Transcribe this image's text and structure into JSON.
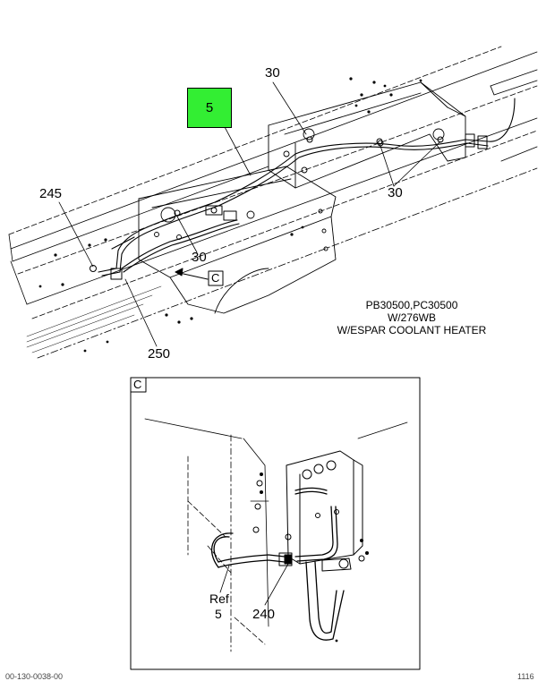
{
  "callouts": {
    "c30_top": "30",
    "c5_highlight": "5",
    "c245": "245",
    "c30_right": "30",
    "c30_mid": "30",
    "c250": "250",
    "view_c_pointer": "C",
    "detail_c_label": "C",
    "ref_line1": "Ref",
    "ref_line2": "5",
    "c240": "240"
  },
  "notes": {
    "line1": "PB30500,PC30500",
    "line2": "W/276WB",
    "line3": "W/ESPAR COOLANT HEATER"
  },
  "footer": {
    "left": "00-130-0038-00",
    "right": "1116"
  },
  "colors": {
    "highlight": "#33ee33",
    "line": "#000000"
  }
}
